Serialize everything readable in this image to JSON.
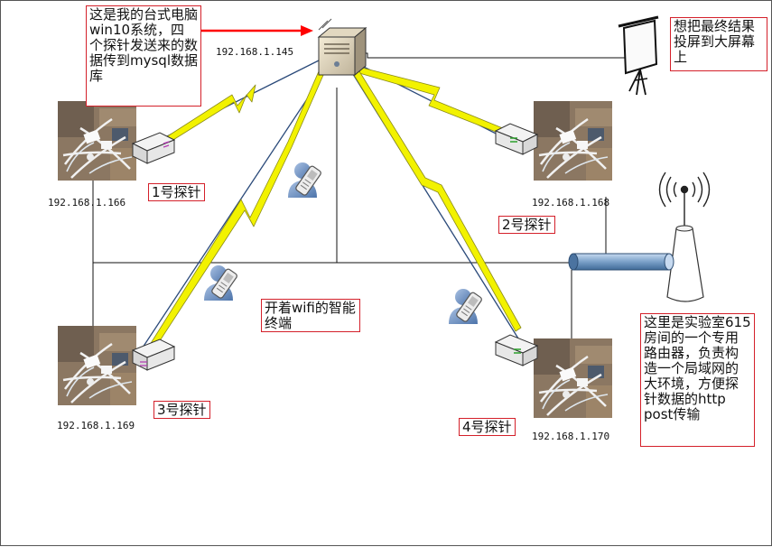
{
  "server": {
    "ip": "192.168.1.145"
  },
  "notes": {
    "desktop": "这是我的台式电脑win10系统，四个探针发送来的数据传到mysql数据库",
    "screen": "想把最终结果投屏到大屏幕上",
    "terminal": "开着wifi的智能终端",
    "router": "这里是实验室615房间的一个专用路由器，负责构造一个局域网的大环境，方便探针数据的http post传输"
  },
  "probes": [
    {
      "label": "1号探针",
      "ip": "192.168.1.166"
    },
    {
      "label": "2号探针",
      "ip": "192.168.1.168"
    },
    {
      "label": "3号探针",
      "ip": "192.168.1.169"
    },
    {
      "label": "4号探针",
      "ip": "192.168.1.170"
    }
  ],
  "icons": {
    "server": "server-tower-icon",
    "projector": "projector-screen-icon",
    "antenna": "wireless-antenna-icon",
    "router": "router-cylinder-icon",
    "user": "user-with-phone-icon",
    "probe": "probe-device-icon"
  },
  "colors": {
    "border": "#d4202a",
    "arrow": "#ff0000",
    "wireless": "#f2f200",
    "router": "#7aa0c8",
    "user": "#6a8fc0"
  }
}
